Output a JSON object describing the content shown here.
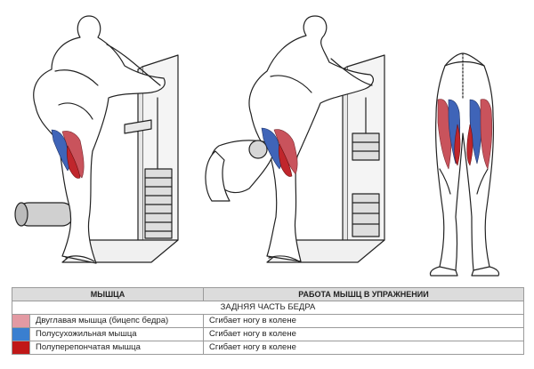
{
  "colors": {
    "biceps": "#c9535c",
    "semitendinosus": "#3f64b8",
    "semimembranosus": "#c0262c",
    "swatch_biceps": "#e39aa3",
    "swatch_semitendinosus": "#3a7fd0",
    "swatch_semimembranosus": "#c01818",
    "header_bg": "#dcdcdc"
  },
  "table": {
    "header_muscle": "МЫШЦА",
    "header_work": "РАБОТА МЫШЦ В УПРАЖНЕНИИ",
    "section": "ЗАДНЯЯ ЧАСТЬ БЕДРА",
    "rows": [
      {
        "name": "Двуглавая мышца (бицепс бедра)",
        "action": "Сгибает ногу в колене",
        "swatch": "swatch_biceps"
      },
      {
        "name": "Полусухожильная мышца",
        "action": "Сгибает ногу в колене",
        "swatch": "swatch_semitendinosus"
      },
      {
        "name": "Полуперепончатая мышца",
        "action": "Сгибает ногу в колене",
        "swatch": "swatch_semimembranosus"
      }
    ]
  }
}
